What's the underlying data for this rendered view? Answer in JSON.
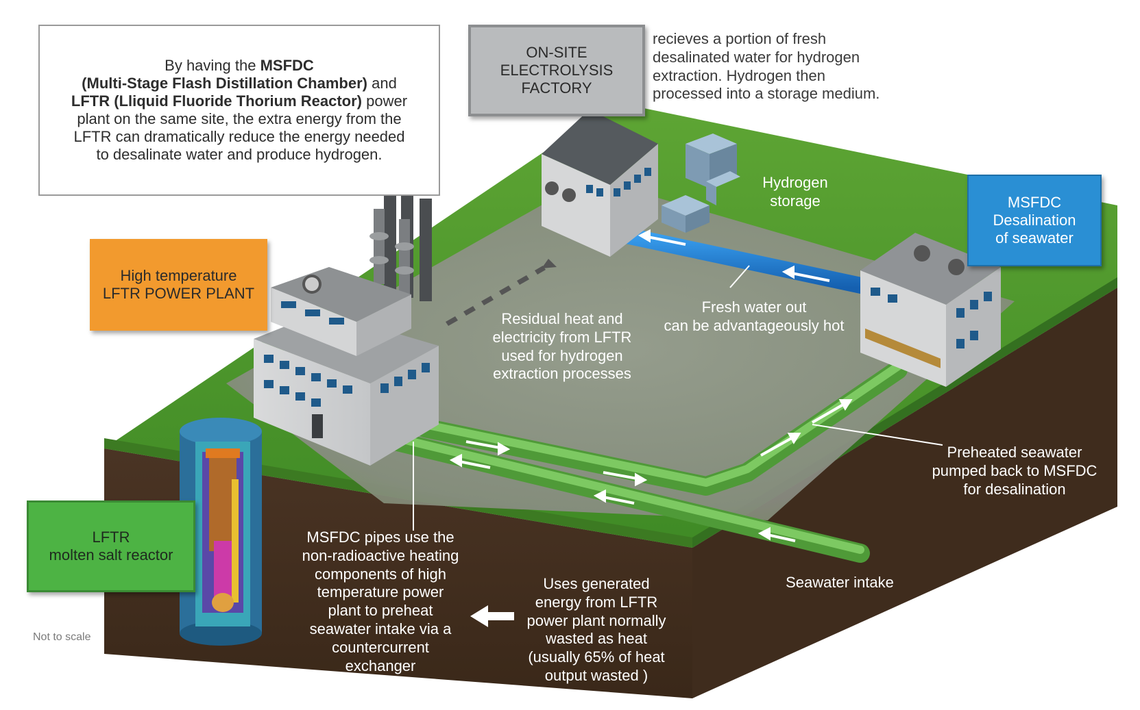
{
  "intro_box": {
    "line1_pre": "By having the ",
    "line1_bold": "MSFDC",
    "line2_bold": "(Multi-Stage Flash Distillation Chamber)",
    "line2_post": " and",
    "line3_bold": "LFTR (Lliquid Fluoride Thorium Reactor)",
    "line3_post": " power",
    "line4": "plant on the same site, the extra energy from the",
    "line5": "LFTR can dramatically reduce the energy needed",
    "line6": "to desalinate water and produce hydrogen."
  },
  "electrolysis_box": {
    "line1": "ON-SITE",
    "line2": "ELECTROLYSIS",
    "line3": "FACTORY"
  },
  "electrolysis_desc": {
    "line1": "recieves a portion of fresh",
    "line2": "desalinated water for hydrogen",
    "line3": "extraction. Hydrogen then",
    "line4": "processed into a storage medium."
  },
  "power_plant_box": {
    "line1": "High temperature",
    "line2": "LFTR POWER PLANT"
  },
  "msfdc_box": {
    "line1": "MSFDC",
    "line2": "Desalination",
    "line3": "of seawater"
  },
  "reactor_box": {
    "line1": "LFTR",
    "line2": "molten salt reactor"
  },
  "hydrogen_storage": {
    "line1": "Hydrogen",
    "line2": "storage"
  },
  "fresh_water": {
    "line1": "Fresh water out",
    "line2": "can be advantageously hot"
  },
  "residual_heat": {
    "line1": "Residual heat and",
    "line2": "electricity from LFTR",
    "line3": "used for hydrogen",
    "line4": "extraction processes"
  },
  "preheated": {
    "line1": "Preheated seawater",
    "line2": "pumped back to  MSFDC",
    "line3": "for desalination"
  },
  "seawater_intake": "Seawater intake",
  "msfdc_pipes": {
    "line1": "MSFDC pipes use the",
    "line2": "non-radioactive heating",
    "line3": "components of high",
    "line4": "temperature power",
    "line5": "plant to preheat",
    "line6": "seawater intake via a",
    "line7": "countercurrent",
    "line8": "exchanger"
  },
  "generated_energy": {
    "line1": "Uses generated",
    "line2": "energy from LFTR",
    "line3": "power plant normally",
    "line4": "wasted as heat",
    "line5": "(usually 65% of heat",
    "line6": "output wasted )"
  },
  "not_to_scale": "Not to scale",
  "colors": {
    "grass": "#4f9a2e",
    "soil": "#4a3320",
    "ground": "#8a8c84",
    "pipe_green": "#6dbb4e",
    "pipe_blue": "#1f7fd4",
    "orange": "#f29a2e",
    "blue_box": "#2a8fd4",
    "green_box": "#4db344",
    "electro_box": "#b9bbbd"
  }
}
